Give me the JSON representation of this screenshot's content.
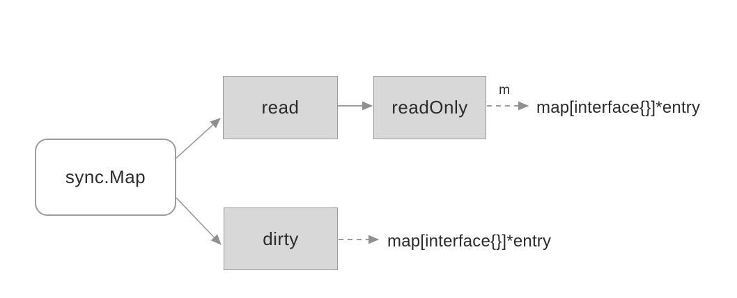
{
  "diagram": {
    "nodes": {
      "root": {
        "label": "sync.Map"
      },
      "read": {
        "label": "read"
      },
      "readonly": {
        "label": "readOnly"
      },
      "dirty": {
        "label": "dirty"
      }
    },
    "edges": {
      "readonly_field_label": "m",
      "readonly_target_text": "map[interface{}]*entry",
      "dirty_target_text": "map[interface{}]*entry"
    },
    "colors": {
      "node_fill": "#d8d8d8",
      "node_border": "#9b9b9b",
      "arrow": "#8f8f8f",
      "text": "#2b2b2b",
      "background": "#ffffff"
    }
  }
}
